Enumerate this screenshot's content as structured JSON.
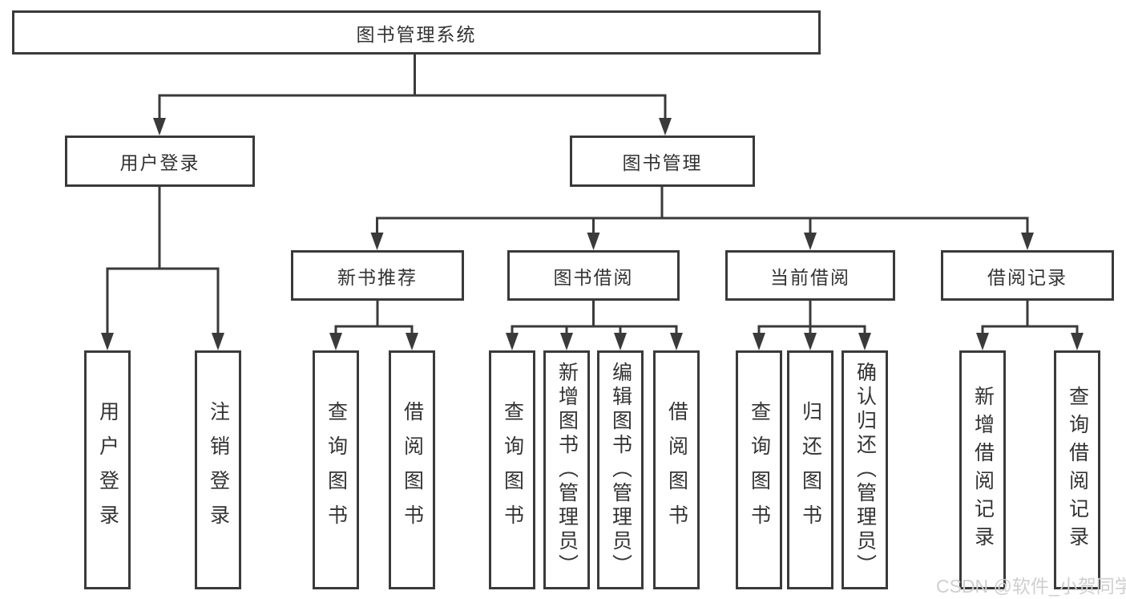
{
  "diagram_title": "图书管理系统",
  "nodes": {
    "root": "图书管理系统",
    "branches": {
      "user_login": "用户登录",
      "book_mgmt": "图书管理",
      "new_book": "新书推荐",
      "book_borrow": "图书借阅",
      "current_borrow": "当前借阅",
      "borrow_records": "借阅记录"
    },
    "leaves": {
      "ul_login": "用户登录",
      "ul_logout": "注销登录",
      "nb_query": "查询图书",
      "nb_borrow": "借阅图书",
      "bb_query": "查询图书",
      "bb_add": "新增图书（管理员）",
      "bb_edit": "编辑图书（管理员）",
      "bb_borrow": "借阅图书",
      "cb_query": "查询图书",
      "cb_return": "归还图书",
      "cb_confirm": "确认归还（管理员）",
      "br_add": "新增借阅记录",
      "br_query": "查询借阅记录"
    }
  },
  "watermark": "CSDN @软件_小贺同学",
  "colors": {
    "line": "#3a3a3a",
    "text": "#333333",
    "watermark": "#cfcfcf",
    "background": "#ffffff"
  }
}
